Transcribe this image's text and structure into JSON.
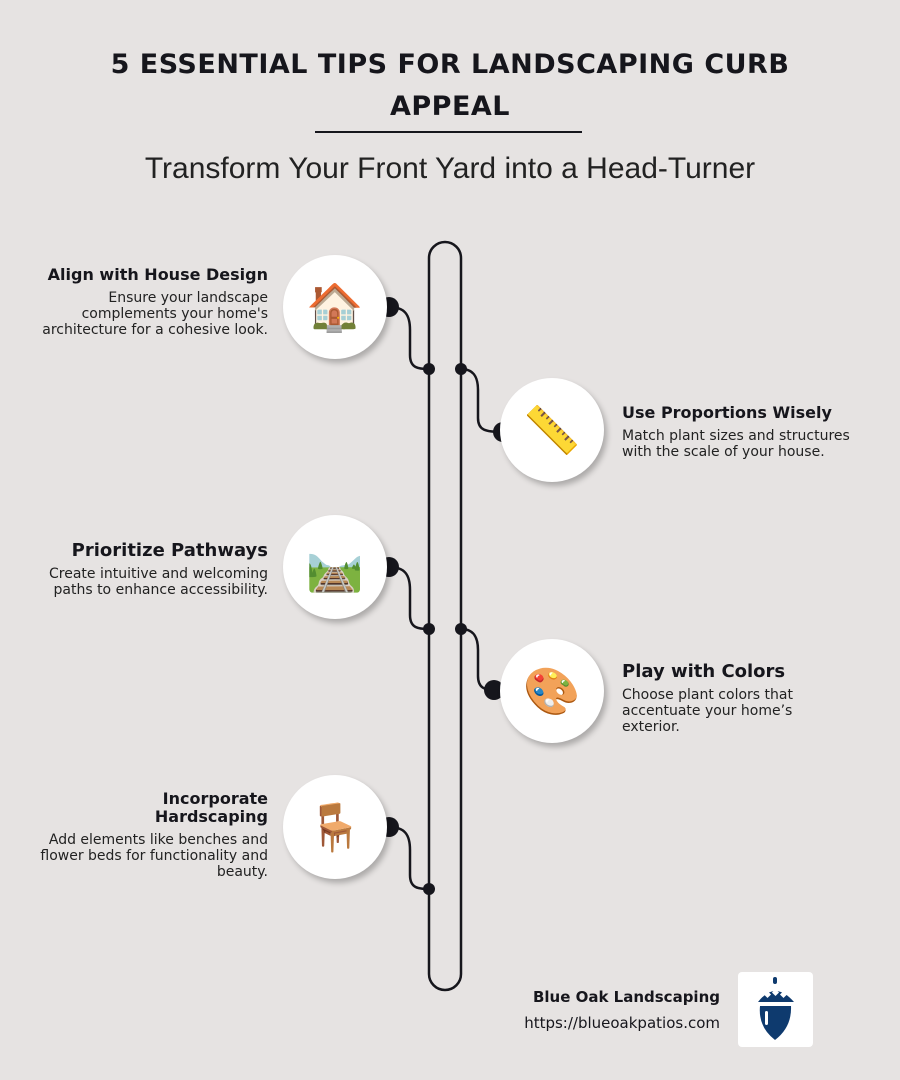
{
  "header": {
    "title": "5 ESSENTIAL TIPS FOR LANDSCAPING CURB APPEAL",
    "subtitle": "Transform Your Front Yard into a Head-Turner"
  },
  "tips": [
    {
      "title": "Align with House Design",
      "text": "Ensure your landscape complements your home's architecture for a cohesive look.",
      "icon": "house-icon",
      "glyph": "🏠"
    },
    {
      "title": "Use Proportions Wisely",
      "text": "Match plant sizes and structures with the scale of your house.",
      "icon": "ruler-icon",
      "glyph": "📏"
    },
    {
      "title": "Prioritize Pathways",
      "text": "Create intuitive and welcoming paths to enhance accessibility.",
      "icon": "railway-track-icon",
      "glyph": "🛤️"
    },
    {
      "title": "Play with Colors",
      "text": "Choose plant colors that accentuate your home’s exterior.",
      "icon": "palette-icon",
      "glyph": "🎨"
    },
    {
      "title": "Incorporate Hardscaping",
      "text": "Add elements like benches and flower beds for functionality and beauty.",
      "icon": "chair-icon",
      "glyph": "🪑"
    }
  ],
  "footer": {
    "brand": "Blue Oak Landscaping",
    "url": "https://blueoakpatios.com",
    "logo_color": "#0e3a6e"
  }
}
